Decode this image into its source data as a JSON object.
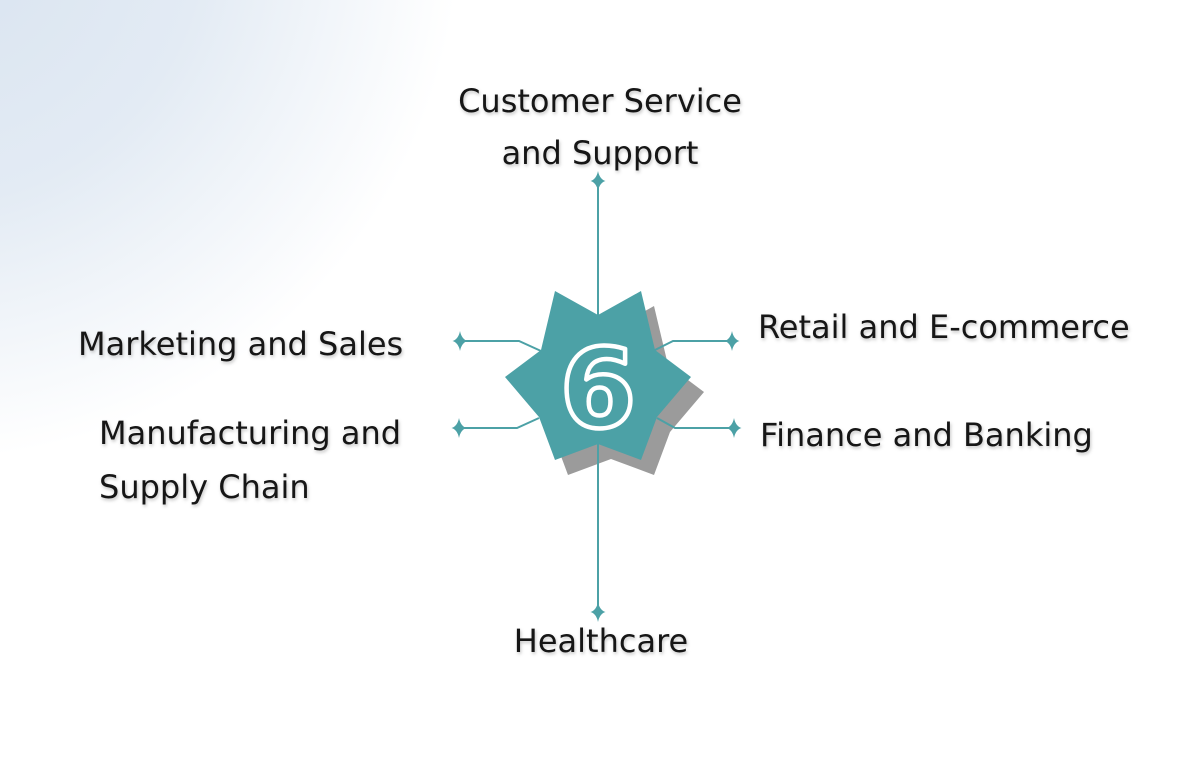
{
  "theme": {
    "accent_teal": "#4CA1A6",
    "shadow_gray": "#9B9B9B",
    "text_color": "#161616",
    "background_tint": "#D8E3F0"
  },
  "center": {
    "number": "6"
  },
  "labels": {
    "top": {
      "text": "Customer Service\nand Support"
    },
    "left_upper": {
      "text": "Marketing and Sales"
    },
    "left_lower": {
      "text": "Manufacturing and\nSupply Chain"
    },
    "right_upper": {
      "text": "Retail and E-commerce"
    },
    "right_lower": {
      "text": "Finance and Banking"
    },
    "bottom": {
      "text": "Healthcare"
    }
  }
}
